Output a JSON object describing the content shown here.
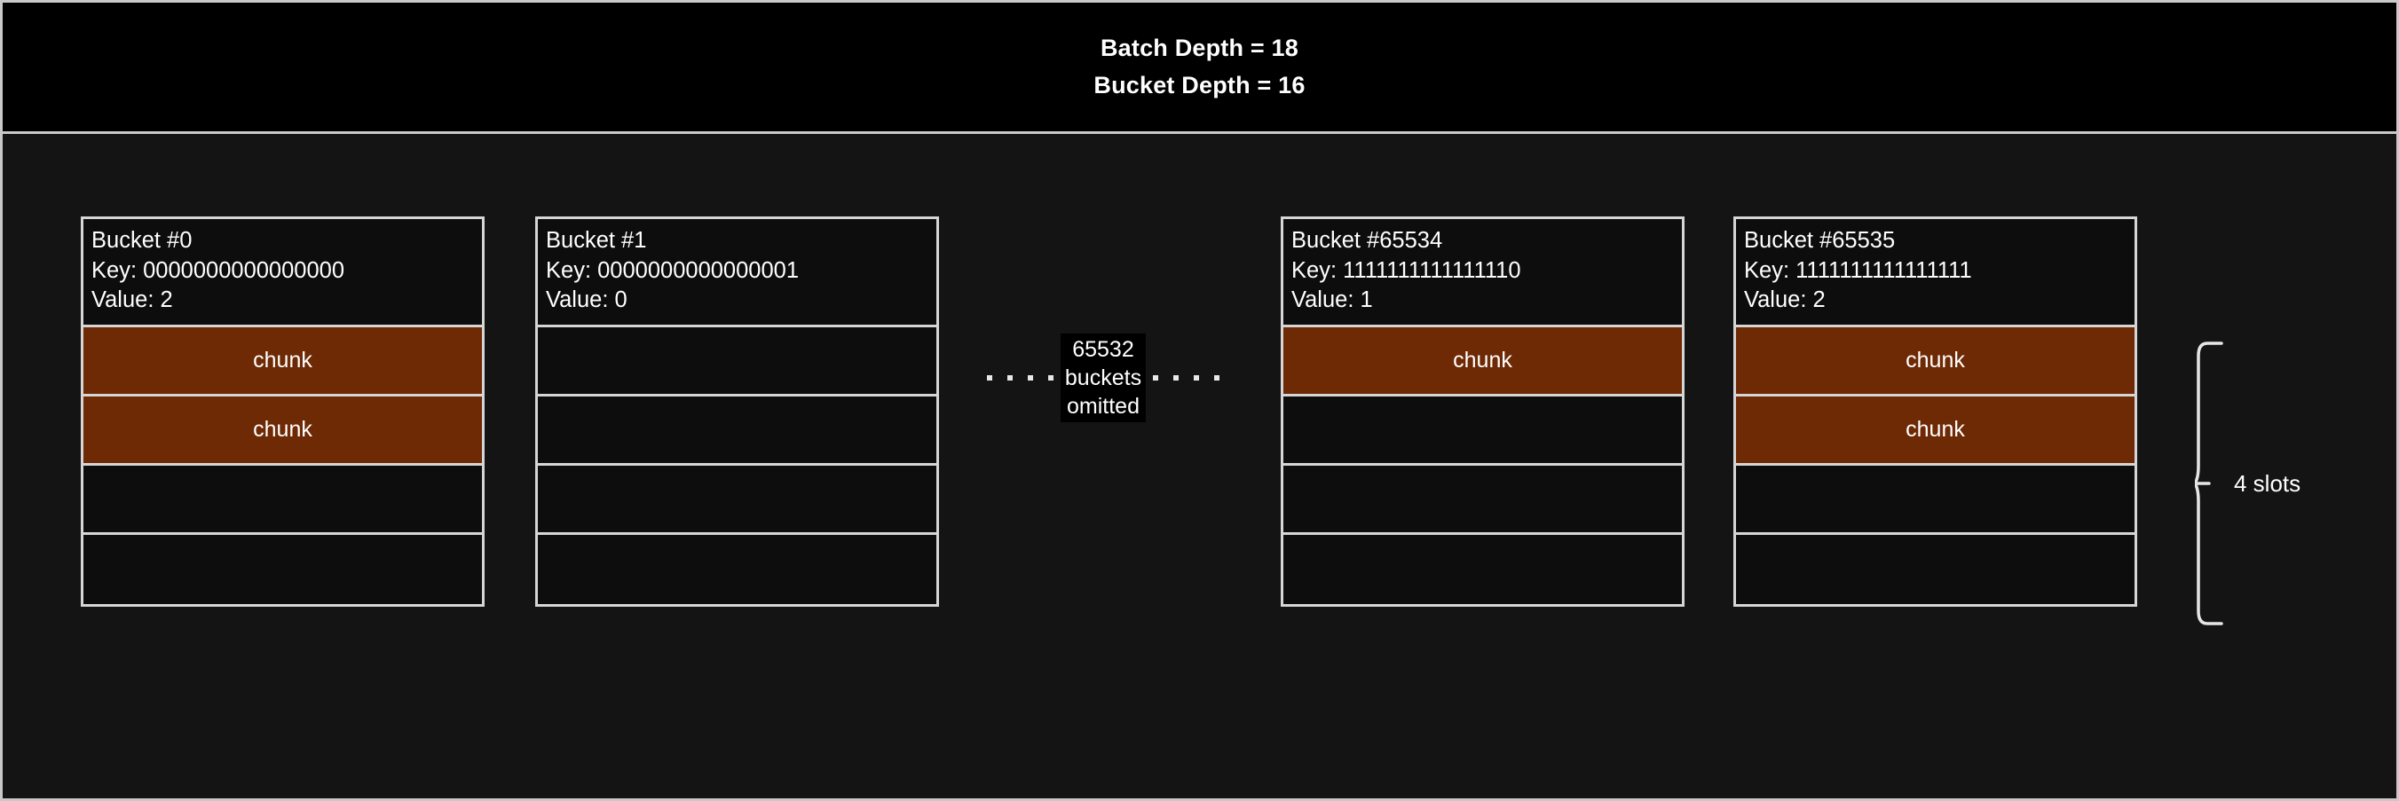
{
  "header": {
    "line1": "Batch Depth = 18",
    "line2": "Bucket Depth = 16"
  },
  "buckets": [
    {
      "title": "Bucket #0",
      "key_line": "Key: 0000000000000000",
      "value_line": "Value: 2",
      "slots": [
        {
          "filled": true,
          "label": "chunk"
        },
        {
          "filled": true,
          "label": "chunk"
        },
        {
          "filled": false,
          "label": ""
        },
        {
          "filled": false,
          "label": ""
        }
      ]
    },
    {
      "title": "Bucket #1",
      "key_line": "Key: 0000000000000001",
      "value_line": "Value: 0",
      "slots": [
        {
          "filled": false,
          "label": ""
        },
        {
          "filled": false,
          "label": ""
        },
        {
          "filled": false,
          "label": ""
        },
        {
          "filled": false,
          "label": ""
        }
      ]
    },
    {
      "title": "Bucket #65534",
      "key_line": "Key: 1111111111111110",
      "value_line": "Value: 1",
      "slots": [
        {
          "filled": true,
          "label": "chunk"
        },
        {
          "filled": false,
          "label": ""
        },
        {
          "filled": false,
          "label": ""
        },
        {
          "filled": false,
          "label": ""
        }
      ]
    },
    {
      "title": "Bucket #65535",
      "key_line": "Key: 1111111111111111",
      "value_line": "Value: 2",
      "slots": [
        {
          "filled": true,
          "label": "chunk"
        },
        {
          "filled": true,
          "label": "chunk"
        },
        {
          "filled": false,
          "label": ""
        },
        {
          "filled": false,
          "label": ""
        }
      ]
    }
  ],
  "omitted": {
    "count_line": "65532",
    "word_line": "buckets",
    "state_line": "omitted"
  },
  "legend": {
    "brace_label": "4 slots"
  },
  "colors": {
    "background": "#141414",
    "header_background": "#000000",
    "border": "#c9c9c9",
    "chunk_fill": "#6e2905",
    "empty_slot": "#0d0d0d",
    "text": "#ffffff"
  }
}
